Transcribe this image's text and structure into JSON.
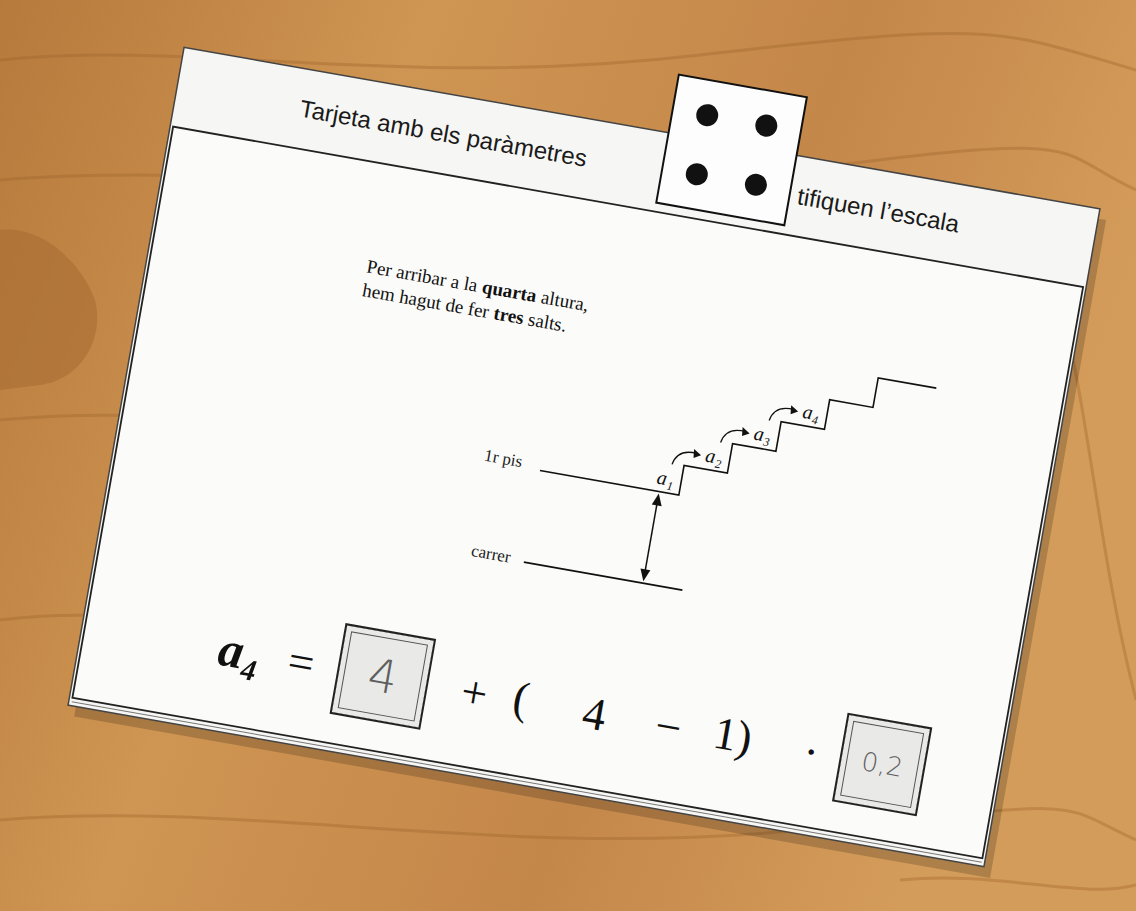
{
  "diagram": {
    "nodes": [
      {
        "text": [
          "4"
        ]
      },
      {
        "text": [
          "0,2"
        ]
      }
    ],
    "labels": [
      "Tarjeta amb els paràmetres",
      "tifiquen l’escala",
      "Per arribar a la",
      "quarta",
      "altura,",
      "hem hagut de fer",
      "tres",
      "salts.",
      "1r pis",
      "carrer",
      "a₁",
      "a₂",
      "a₃",
      "a₄",
      "a₄",
      "=",
      "+",
      "(",
      "4",
      "−",
      "1)",
      "·"
    ]
  }
}
